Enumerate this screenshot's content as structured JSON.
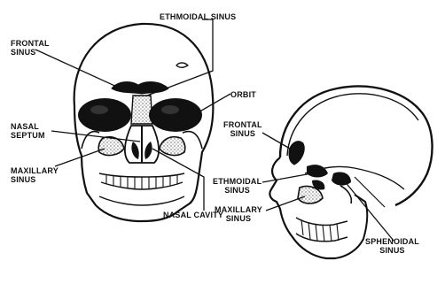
{
  "labels": {
    "ethmoidal_sinus_top": "ETHMOIDAL SINUS",
    "frontal_sinus_front": [
      "FRONTAL",
      "SINUS"
    ],
    "orbit": "ORBIT",
    "nasal_septum": [
      "NASAL",
      "SEPTUM"
    ],
    "maxillary_sinus_front": [
      "MAXILLARY",
      "SINUS"
    ],
    "nasal_cavity": "NASAL CAVITY",
    "frontal_sinus_side": [
      "FRONTAL",
      "SINUS"
    ],
    "ethmoidal_sinus_side": [
      "ETHMOIDAL",
      "SINUS"
    ],
    "maxillary_sinus_side": [
      "MAXILLARY",
      "SINUS"
    ],
    "sphenoidal_sinus": [
      "SPHENOIDAL",
      "SINUS"
    ]
  },
  "colors": {
    "ink": "#111111",
    "background": "#ffffff"
  }
}
